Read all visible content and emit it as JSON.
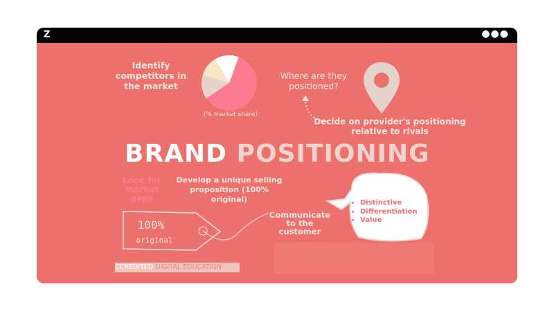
{
  "window": {
    "logo": "Z",
    "menu_icon": "more-dots-icon"
  },
  "slide": {
    "title_a": "BRAND",
    "title_b": "POSITIONING",
    "identify": "Identify competitors in the market",
    "pie_caption": "(% market share)",
    "where": "Where are they positioned?",
    "decide": "Decide on provider's positioning relative to rivals",
    "gaps": "Look for market gaps",
    "usp": "Develop a unique selling proposition (100% original)",
    "tag_line1": "100%",
    "tag_line2": "original",
    "communicate": "Communicate to the customer",
    "bullets": [
      "Distinctive",
      "Differentiation",
      "Value"
    ],
    "watermark_a": "CCREDITED",
    "watermark_b": " DIGITAL EDUCATION"
  },
  "colors": {
    "background": "#ec706c",
    "pink": "#fd7b90",
    "text": "#fbe6e2"
  },
  "pie": [
    {
      "share": 60,
      "color": "#fd7b90"
    },
    {
      "share": 14,
      "color": "#e8d3cc"
    },
    {
      "share": 12,
      "color": "#f8e6c8"
    },
    {
      "share": 14,
      "color": "#ffffff"
    }
  ]
}
